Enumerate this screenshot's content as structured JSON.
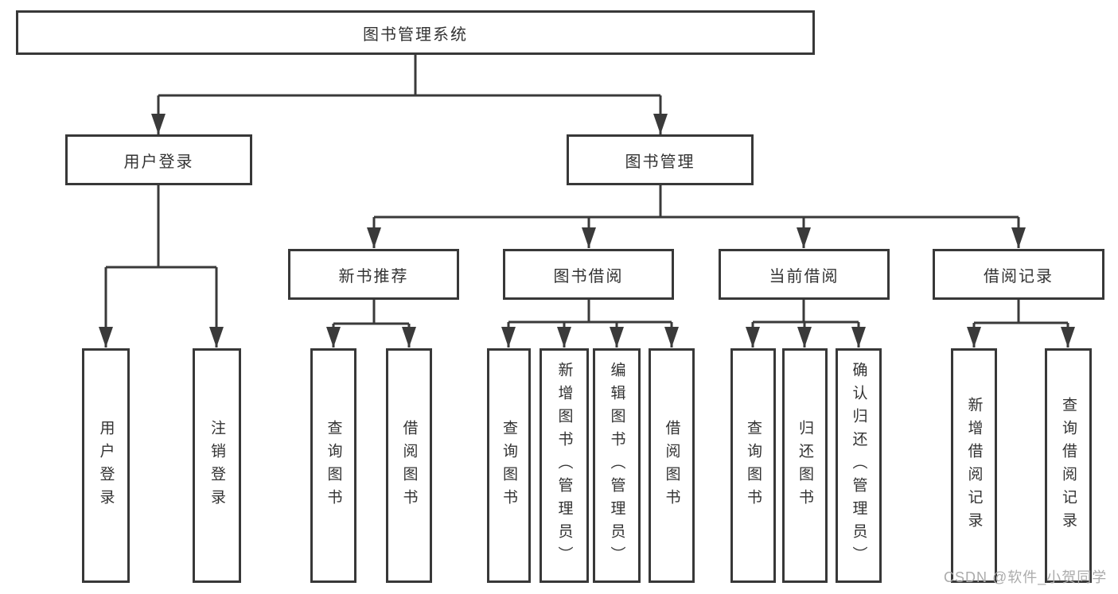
{
  "diagram_title": "图书管理系统",
  "nodes": {
    "root": {
      "label": "图书管理系统"
    },
    "user_login": {
      "label": "用户登录"
    },
    "book_mgmt": {
      "label": "图书管理"
    },
    "new_book_rec": {
      "label": "新书推荐"
    },
    "book_borrow": {
      "label": "图书借阅"
    },
    "current_borrow": {
      "label": "当前借阅"
    },
    "borrow_record": {
      "label": "借阅记录"
    },
    "leaf_user_login": {
      "label": "用户登录"
    },
    "leaf_logout": {
      "label": "注销登录"
    },
    "leaf_query_book_new": {
      "label": "查询图书"
    },
    "leaf_borrow_book_new": {
      "label": "借阅图书"
    },
    "leaf_query_book_borrow": {
      "label": "查询图书"
    },
    "leaf_add_book": {
      "label": "新增图书（管理员）"
    },
    "leaf_edit_book": {
      "label": "编辑图书（管理员）"
    },
    "leaf_borrow_book": {
      "label": "借阅图书"
    },
    "leaf_query_book_current": {
      "label": "查询图书"
    },
    "leaf_return_book": {
      "label": "归还图书"
    },
    "leaf_confirm_return": {
      "label": "确认归还（管理员）"
    },
    "leaf_add_borrow_record": {
      "label": "新增借阅记录"
    },
    "leaf_query_borrow_record": {
      "label": "查询借阅记录"
    }
  },
  "edges": [
    {
      "from": "root",
      "to": "user_login"
    },
    {
      "from": "root",
      "to": "book_mgmt"
    },
    {
      "from": "user_login",
      "to": "leaf_user_login"
    },
    {
      "from": "user_login",
      "to": "leaf_logout"
    },
    {
      "from": "book_mgmt",
      "to": "new_book_rec"
    },
    {
      "from": "book_mgmt",
      "to": "book_borrow"
    },
    {
      "from": "book_mgmt",
      "to": "current_borrow"
    },
    {
      "from": "book_mgmt",
      "to": "borrow_record"
    },
    {
      "from": "new_book_rec",
      "to": "leaf_query_book_new"
    },
    {
      "from": "new_book_rec",
      "to": "leaf_borrow_book_new"
    },
    {
      "from": "book_borrow",
      "to": "leaf_query_book_borrow"
    },
    {
      "from": "book_borrow",
      "to": "leaf_add_book"
    },
    {
      "from": "book_borrow",
      "to": "leaf_edit_book"
    },
    {
      "from": "book_borrow",
      "to": "leaf_borrow_book"
    },
    {
      "from": "current_borrow",
      "to": "leaf_query_book_current"
    },
    {
      "from": "current_borrow",
      "to": "leaf_return_book"
    },
    {
      "from": "current_borrow",
      "to": "leaf_confirm_return"
    },
    {
      "from": "borrow_record",
      "to": "leaf_add_borrow_record"
    },
    {
      "from": "borrow_record",
      "to": "leaf_query_borrow_record"
    }
  ],
  "watermark": "CSDN @软件_小贺同学",
  "colors": {
    "line": "#3a3a3a",
    "border": "#383838",
    "text": "#333333",
    "watermark": "#ababab",
    "background": "#ffffff"
  }
}
